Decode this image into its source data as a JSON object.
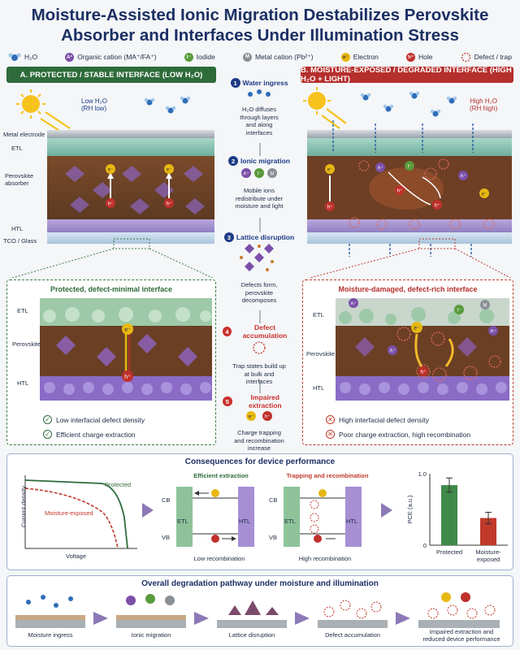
{
  "title_line1": "Moisture-Assisted Ionic Migration Destabilizes Perovskite",
  "title_line2": "Absorber and Interfaces Under Illumination Stress",
  "legend": [
    {
      "label": "H₂O",
      "icon": "water-molecule-icon"
    },
    {
      "label": "Organic cation (MA⁺/FA⁺)",
      "badge": "A⁺",
      "color": "#7b4fa8"
    },
    {
      "label": "Iodide",
      "badge": "I⁻",
      "color": "#5a9a3c"
    },
    {
      "label": "Metal cation (Pb²⁺)",
      "badge": "M",
      "color": "#8a8f96"
    },
    {
      "label": "Electron",
      "badge": "e⁻",
      "color": "#e8b812"
    },
    {
      "label": "Hole",
      "badge": "h⁺",
      "color": "#c0302b"
    },
    {
      "label": "Defect / trap",
      "icon": "dashed-circle-icon"
    }
  ],
  "panel_a": {
    "header": "A. PROTECTED / STABLE INTERFACE (LOW H₂O)",
    "humidity_line1": "Low H₂O",
    "humidity_line2": "(RH low)",
    "layers": {
      "metal": "Metal electrode",
      "etl": "ETL",
      "perovskite_line1": "Perovskite",
      "perovskite_line2": "absorber",
      "htl": "HTL",
      "tco": "TCO / Glass"
    },
    "zoom_title": "Protected, defect-minimal interface",
    "zoom_layers": {
      "etl": "ETL",
      "perovskite": "Perovskite",
      "htl": "HTL"
    },
    "checks": [
      "Low interfacial defect density",
      "Efficient charge extraction"
    ]
  },
  "panel_b": {
    "header": "B. MOISTURE-EXPOSED / DEGRADED INTERFACE (HIGH H₂O + LIGHT)",
    "humidity_line1": "High H₂O",
    "humidity_line2": "(RH high)",
    "zoom_title": "Moisture-damaged, defect-rich interface",
    "zoom_layers": {
      "etl": "ETL",
      "perovskite": "Perovskite",
      "htl": "HTL"
    },
    "crosses": [
      "High interfacial defect density",
      "Poor charge extraction, high recombination"
    ]
  },
  "steps": [
    {
      "num": "1",
      "title": "Water ingress",
      "desc": [
        "H₂O diffuses",
        "through layers",
        "and along",
        "interfaces"
      ]
    },
    {
      "num": "2",
      "title": "Ionic migration",
      "desc": [
        "Mobile ions",
        "redistribute under",
        "moisture and light"
      ]
    },
    {
      "num": "3",
      "title": "Lattice disruption",
      "desc": [
        "Defects form,",
        "perovskite",
        "decomposes"
      ]
    },
    {
      "num": "4",
      "title": "Defect accumulation",
      "desc": [
        "Trap states build up",
        "at bulk and",
        "interfaces"
      ]
    },
    {
      "num": "5",
      "title": "Impaired extraction",
      "desc": [
        "Charge trapping",
        "and recombination",
        "increase"
      ]
    }
  ],
  "performance": {
    "title": "Consequences for device performance",
    "iv": {
      "ylabel": "Current density",
      "xlabel": "Voltage",
      "protected": "Protected",
      "exposed": "Moisture-exposed"
    },
    "band_good": {
      "title": "Efficient extraction",
      "cb": "CB",
      "vb": "VB",
      "etl": "ETL",
      "htl": "HTL",
      "caption": "Low recombination"
    },
    "band_bad": {
      "title": "Trapping and recombination",
      "cb": "CB",
      "vb": "VB",
      "etl": "ETL",
      "htl": "HTL",
      "caption": "High recombination"
    }
  },
  "chart_data": {
    "type": "bar",
    "categories": [
      "Protected",
      "Moisture-exposed"
    ],
    "values": [
      0.84,
      0.38
    ],
    "errors": [
      0.1,
      0.08
    ],
    "colors": [
      "#3f8a4a",
      "#c0392b"
    ],
    "ylabel": "PCE (a.u.)",
    "ylim": [
      0,
      1.0
    ],
    "yticks": [
      "0",
      "1.0"
    ],
    "category_labels": [
      [
        "Protected"
      ],
      [
        "Moisture-",
        "exposed"
      ]
    ]
  },
  "pathway": {
    "title": "Overall degradation pathway under moisture and illumination",
    "stages": [
      {
        "label": [
          "Moisture ingress"
        ]
      },
      {
        "label": [
          "Ionic migration"
        ]
      },
      {
        "label": [
          "Lattice disruption"
        ]
      },
      {
        "label": [
          "Defect accumulation"
        ]
      },
      {
        "label": [
          "Impaired extraction and",
          "reduced device performance"
        ]
      }
    ]
  }
}
